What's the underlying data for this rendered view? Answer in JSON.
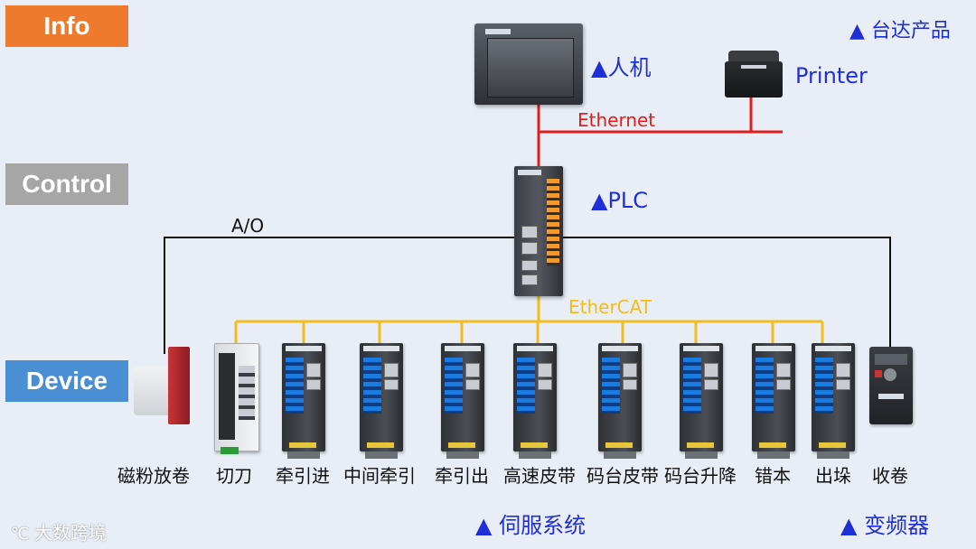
{
  "levels": {
    "info": "Info",
    "control": "Control",
    "device": "Device"
  },
  "colors": {
    "info_bg": "#ee7a2e",
    "control_bg": "#a6a6a6",
    "device_bg": "#4a8fd4",
    "ethernet": "#e31c1c",
    "ethercat": "#f0bd1c",
    "analog": "#111111",
    "label_blue": "#1f2fd6"
  },
  "legend": "▲ 台达产品",
  "hmi": {
    "label": "▲人机"
  },
  "printer": {
    "label": "Printer"
  },
  "plc": {
    "label": "▲PLC"
  },
  "networks": {
    "ethernet": "Ethernet",
    "ethercat": "EtherCAT",
    "analog": "A/O"
  },
  "devices": [
    "磁粉放卷",
    "切刀",
    "牵引进",
    "中间牵引",
    "牵引出",
    "高速皮带",
    "码台皮带",
    "码台升降",
    "错本",
    "出垛",
    "收卷"
  ],
  "groups": {
    "servo": "▲ 伺服系统",
    "vfd": "▲ 变频器"
  },
  "watermark": "大数跨境"
}
